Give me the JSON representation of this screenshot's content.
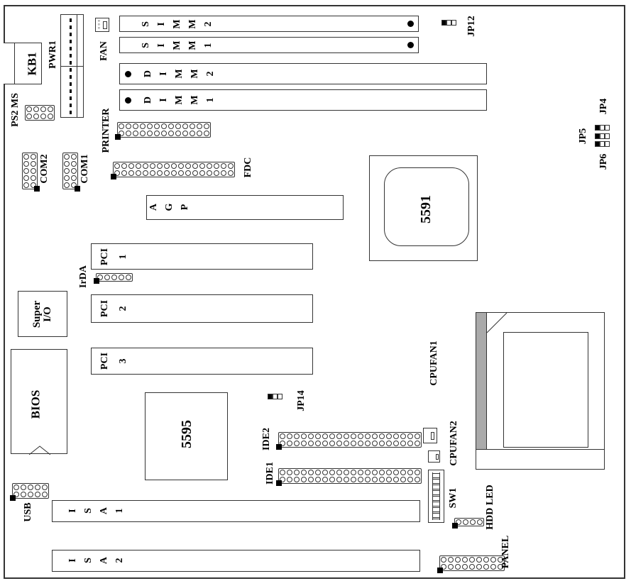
{
  "labels": {
    "kb1": "KB1",
    "pwr1": "PWR1",
    "ps2ms": "PS2 MS",
    "com2": "COM2",
    "com1": "COM1",
    "fan": "FAN",
    "printer": "PRINTER",
    "fdc": "FDC",
    "jp12": "JP12",
    "jp4": "JP4",
    "jp5": "JP5",
    "jp6": "JP6",
    "chip5591": "5591",
    "irda": "IrDA",
    "superio": "Super I/O",
    "bios": "BIOS",
    "chip5595": "5595",
    "jp14": "JP14",
    "ide2": "IDE2",
    "ide1": "IDE1",
    "cpufan1": "CPUFAN1",
    "cpufan2": "CPUFAN2",
    "sw1": "SW1",
    "hddled": "HDD LED",
    "panel": "PANEL",
    "usb": "USB"
  },
  "slots": {
    "simm2": "SIMM2",
    "simm1": "SIMM1",
    "dimm2": "DIMM2",
    "dimm1": "DIMM1",
    "agp": "AGP",
    "pci1": "PCI 1",
    "pci2": "PCI 2",
    "pci3": "PCI 3",
    "isa1": "ISA1",
    "isa2": "ISA2"
  }
}
